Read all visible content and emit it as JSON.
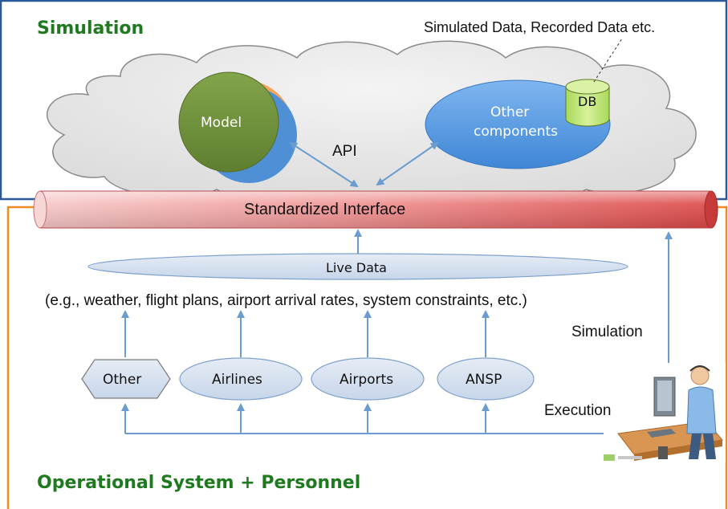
{
  "sections": {
    "simulation": "Simulation",
    "operational": "Operational System + Personnel"
  },
  "labels": {
    "data_note": "Simulated Data, Recorded Data etc.",
    "db": "DB",
    "model": "Model",
    "other_components_line1": "Other",
    "other_components_line2": "components",
    "api": "API",
    "interface": "Standardized Interface",
    "live_data": "Live Data",
    "examples": "(e.g., weather, flight plans, airport arrival rates, system constraints, etc.)",
    "simulation_flow": "Simulation",
    "execution_flow": "Execution"
  },
  "sources": [
    "Other",
    "Airlines",
    "Airports",
    "ANSP"
  ],
  "colors": {
    "simulation_border": "#2b5a9a",
    "operational_border": "#f08a24",
    "section_title": "#1f7a1f",
    "arrow": "#6a9cd0",
    "model": "#6f8f3a",
    "components": "#5b9be0",
    "db": "#c6ea7a",
    "pipe": "#e46a6a"
  }
}
